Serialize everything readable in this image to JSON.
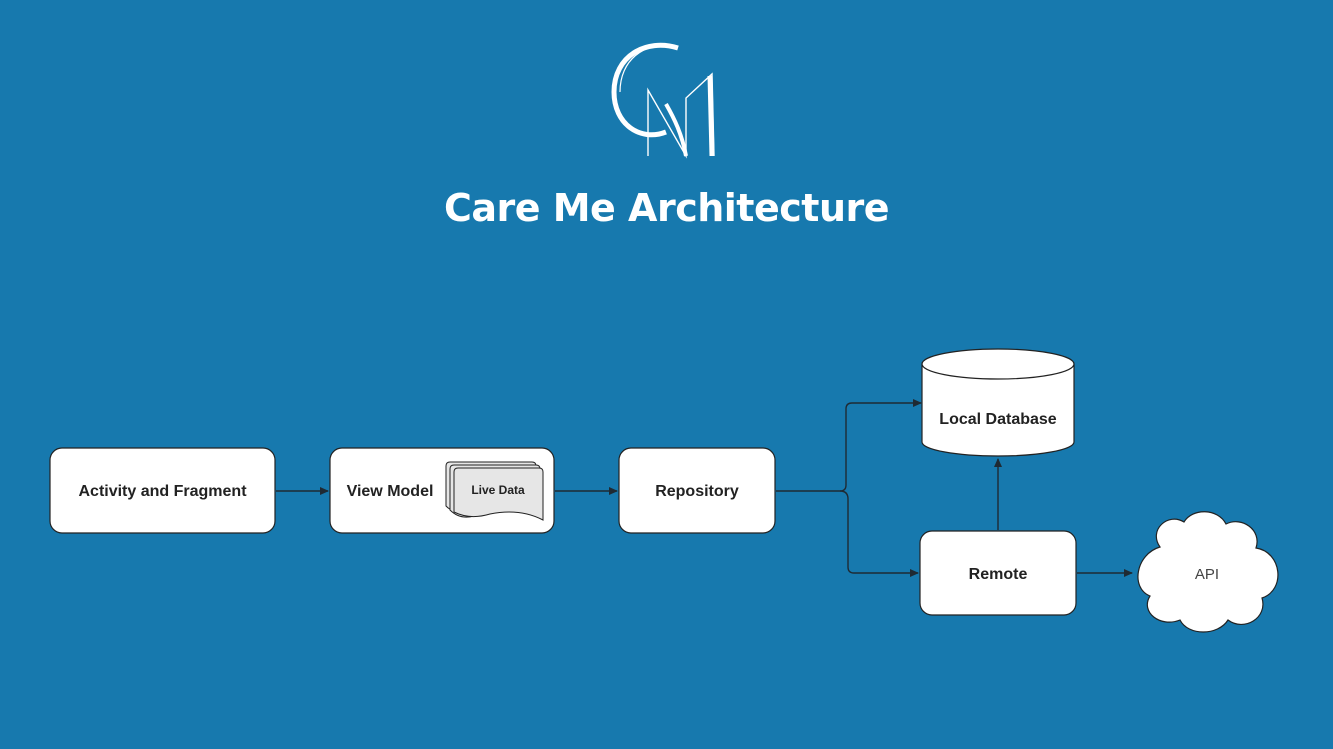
{
  "header": {
    "title": "Care Me Architecture"
  },
  "colors": {
    "background": "#1779ae",
    "node_fill": "#ffffff",
    "doc_fill": "#e6e6e6",
    "text": "#222222",
    "edge": "#1f2a33"
  },
  "nodes": {
    "activity": {
      "label": "Activity and Fragment",
      "shape": "rounded-rect"
    },
    "viewmodel": {
      "label": "View Model",
      "shape": "rounded-rect"
    },
    "livedata": {
      "label": "Live Data",
      "shape": "multi-document"
    },
    "repository": {
      "label": "Repository",
      "shape": "rounded-rect"
    },
    "localdb": {
      "label": "Local Database",
      "shape": "cylinder"
    },
    "remote": {
      "label": "Remote",
      "shape": "rounded-rect"
    },
    "api": {
      "label": "API",
      "shape": "cloud"
    }
  },
  "edges": [
    {
      "from": "activity",
      "to": "viewmodel"
    },
    {
      "from": "viewmodel",
      "to": "repository"
    },
    {
      "from": "repository",
      "to": "localdb"
    },
    {
      "from": "repository",
      "to": "remote"
    },
    {
      "from": "remote",
      "to": "localdb"
    },
    {
      "from": "remote",
      "to": "api"
    }
  ]
}
